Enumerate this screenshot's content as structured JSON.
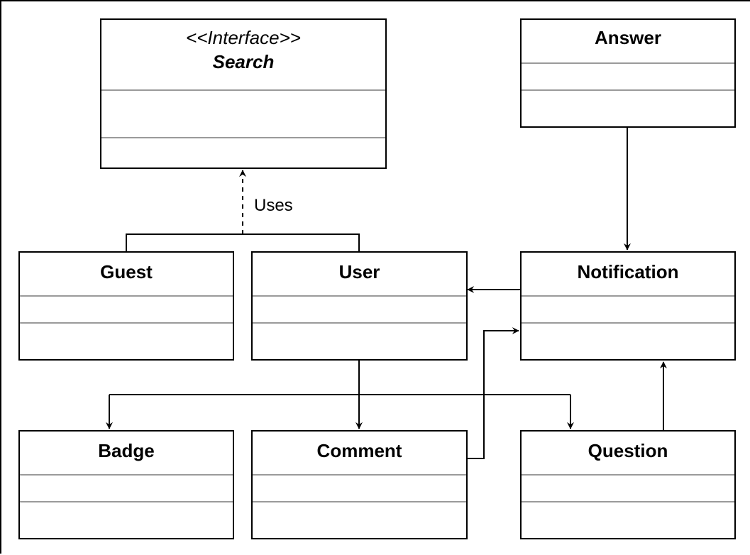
{
  "diagram": {
    "interface": {
      "stereotype": "<<Interface>>",
      "name": "Search"
    },
    "classes": {
      "answer": "Answer",
      "guest": "Guest",
      "user": "User",
      "notification": "Notification",
      "badge": "Badge",
      "comment": "Comment",
      "question": "Question"
    },
    "relations": {
      "uses_label": "Uses"
    }
  }
}
